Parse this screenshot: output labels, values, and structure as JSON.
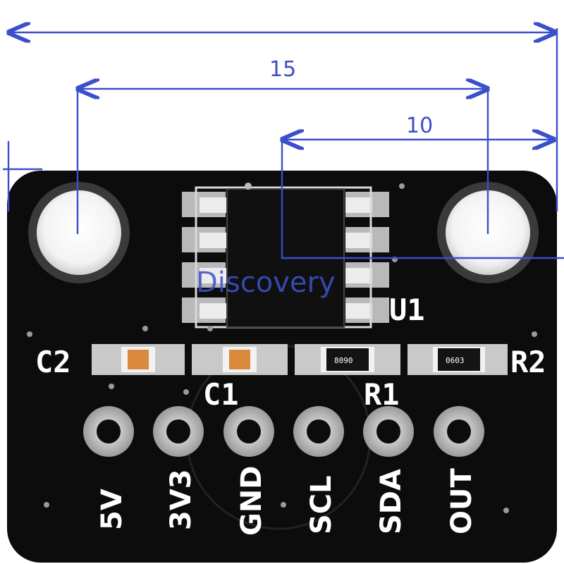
{
  "dimensions": {
    "top_overall": "",
    "mid": "15",
    "inner": "10"
  },
  "components": {
    "ic": "U1",
    "caps": [
      "C2",
      "C1"
    ],
    "resistors": [
      "R1",
      "R2"
    ],
    "resistor_markings": [
      "8090",
      "0603"
    ]
  },
  "pins": [
    "5V",
    "3V3",
    "GND",
    "SCL",
    "SDA",
    "OUT"
  ],
  "watermark": "Discovery",
  "colors": {
    "board": "#0c0c0c",
    "dimension_lines": "#3a4fc9",
    "silkscreen": "#ffffff",
    "pad_gray": "#b9b9b9",
    "cap_body": "#d98a3d"
  }
}
